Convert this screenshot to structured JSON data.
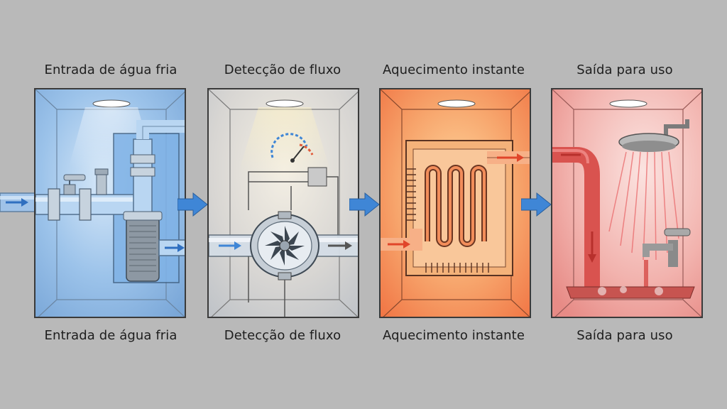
{
  "steps": [
    {
      "top_label": "Entrada de água fria",
      "bottom_label": "Entrada de água fria"
    },
    {
      "top_label": "Detecção de fluxo",
      "bottom_label": "Detecção de fluxo"
    },
    {
      "top_label": "Aquecimento instante",
      "bottom_label": "Aquecimento instante"
    },
    {
      "top_label": "Saída para uso",
      "bottom_label": "Saída para uso"
    }
  ],
  "colors": {
    "background": "#b9b9b9",
    "cold": "#4f8fd8",
    "neutral": "#d9d9d9",
    "hot": "#f26b3a",
    "outlet": "#e9686a",
    "connector_arrow": "#3f86d6"
  }
}
